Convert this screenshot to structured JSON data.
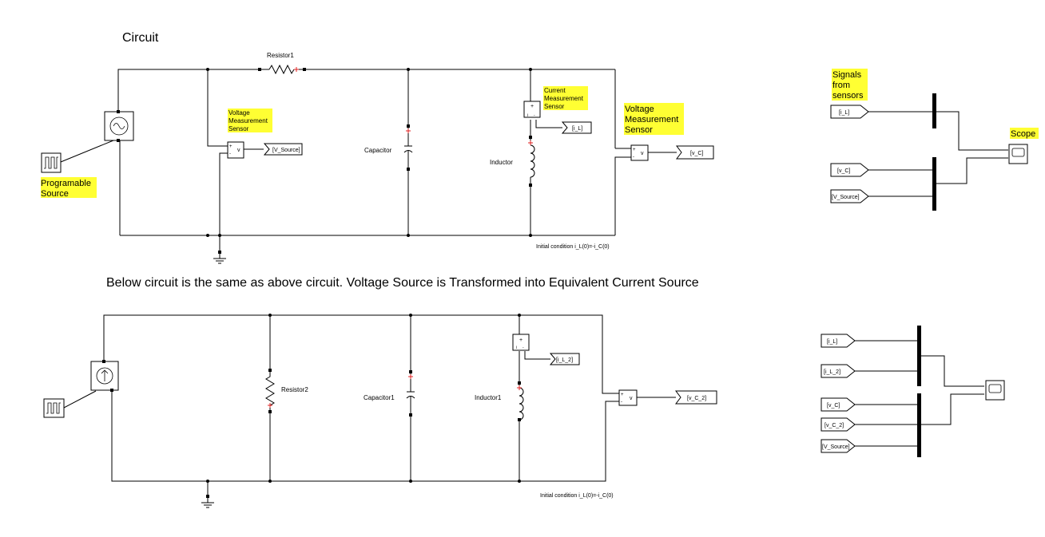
{
  "top": {
    "title": "Circuit",
    "resistor": "Resistor1",
    "capacitor": "Capacitor",
    "inductor": "Inductor",
    "vsensor_annot": [
      "Voltage",
      "Measurement",
      "Sensor"
    ],
    "csensor_annot": [
      "Current",
      "Measurement",
      "Sensor"
    ],
    "vsensor2_annot": [
      "Voltage",
      "Measurement",
      " Sensor"
    ],
    "source_annot": [
      "Programable",
      "Source"
    ],
    "goto_vsource": "[V_Source]",
    "goto_il": "[i_L]",
    "goto_vc": "[v_C]",
    "initial": "Initial condition i_L(0)=-i_C(0)"
  },
  "signals": {
    "annot": [
      "Signals",
      "from",
      "sensors"
    ],
    "scope_label": "Scope",
    "from1": [
      "[i_L]",
      "[v_C]",
      "[V_Source]"
    ],
    "from2": [
      "[i_L]",
      "[i_L_2]",
      "[v_C]",
      "[v_C_2]",
      "[V_Source]"
    ]
  },
  "middle_note": "Below circuit is the same as above circuit. Voltage Source is Transformed into Equivalent Current Source",
  "bottom": {
    "resistor": "Resistor2",
    "capacitor": "Capacitor1",
    "inductor": "Inductor1",
    "goto_il2": "[i_L_2]",
    "goto_vc2": "[v_C_2]",
    "initial": "Initial condition i_L(0)=-i_C(0)"
  },
  "labels": {
    "v": "v",
    "plus": "+",
    "minus": "-",
    "i": "i"
  },
  "colors": {
    "highlight": "#ffff33",
    "red_marker": "#e02020"
  }
}
